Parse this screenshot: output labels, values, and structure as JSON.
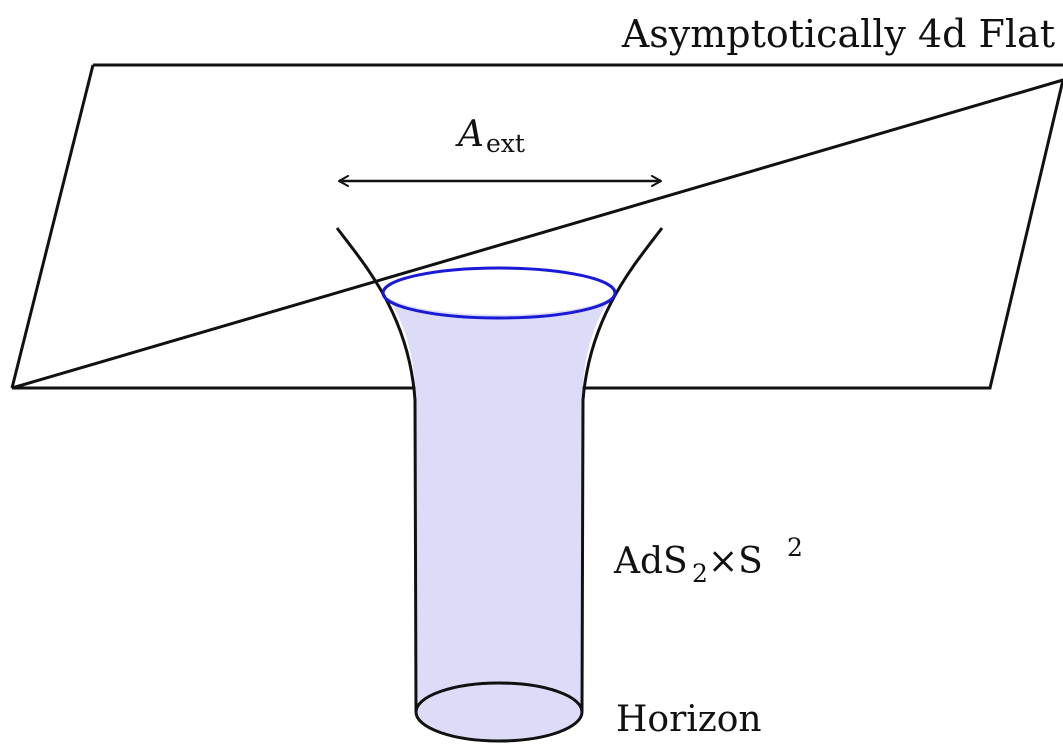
{
  "labels": {
    "title": "Asymptotically 4d Flat",
    "area_symbol": "A",
    "area_subscript": "ext",
    "geometry_ads": "AdS",
    "geometry_ads_sub": "2",
    "geometry_times": "×S",
    "geometry_sphere_sup": "2",
    "horizon": "Horizon"
  },
  "colors": {
    "stroke": "#111111",
    "throat_fill": "#dcdcf8",
    "ext_ring": "#1a1ad6"
  }
}
